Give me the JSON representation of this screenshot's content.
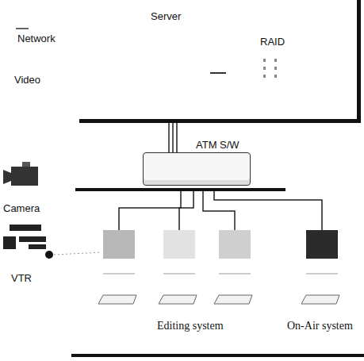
{
  "diagram": {
    "nodes": [
      {
        "text": [
          "Server"
        ]
      },
      {
        "text": [
          "ATM S/W"
        ]
      }
    ],
    "edges": [
      {
        "from": 0,
        "to": 1,
        "arrow": "none"
      }
    ],
    "labels": [
      "Network",
      "RAID",
      "Video",
      "Camera",
      "VTR",
      "Editing system",
      "On-Air system"
    ]
  }
}
